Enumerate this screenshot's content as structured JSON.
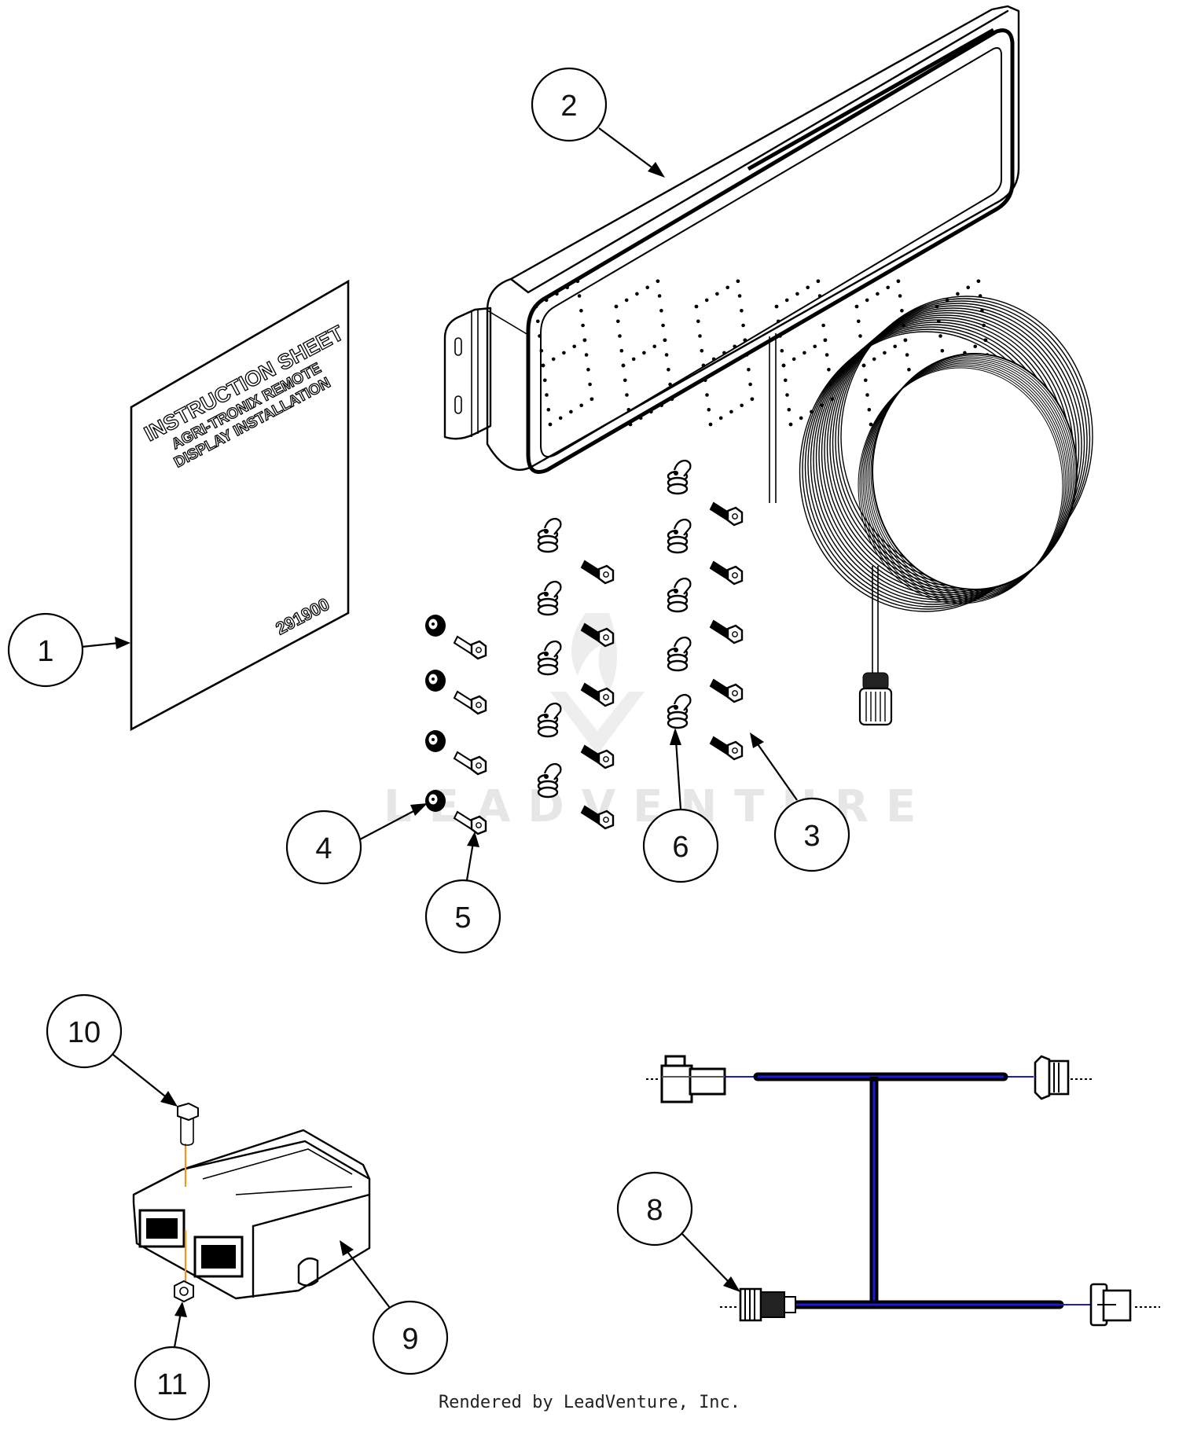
{
  "diagram": {
    "title": "Agri-Tronix Remote Display Parts Diagram",
    "callouts": [
      {
        "id": "1",
        "label": "1",
        "part": "instruction-sheet"
      },
      {
        "id": "2",
        "label": "2",
        "part": "remote-display"
      },
      {
        "id": "3",
        "label": "3",
        "part": "screw"
      },
      {
        "id": "4",
        "label": "4",
        "part": "washer"
      },
      {
        "id": "5",
        "label": "5",
        "part": "bolt"
      },
      {
        "id": "6",
        "label": "6",
        "part": "cable-clamp"
      },
      {
        "id": "8",
        "label": "8",
        "part": "wire-harness"
      },
      {
        "id": "9",
        "label": "9",
        "part": "control-module"
      },
      {
        "id": "10",
        "label": "10",
        "part": "hex-bolt"
      },
      {
        "id": "11",
        "label": "11",
        "part": "hex-nut"
      }
    ],
    "instruction_sheet": {
      "line1": "INSTRUCTION SHEET",
      "line2": "AGRI-TRONIX REMOTE",
      "line3": "DISPLAY INSTALLATION",
      "part_number": "291900"
    },
    "watermark": "LEADVENTURE",
    "colors": {
      "line": "#000000",
      "harness_wire": "#1a1adb",
      "mount_line": "#f0961e",
      "watermark": "#e6e6e6"
    }
  },
  "footer": {
    "text": "Rendered by LeadVenture, Inc."
  }
}
